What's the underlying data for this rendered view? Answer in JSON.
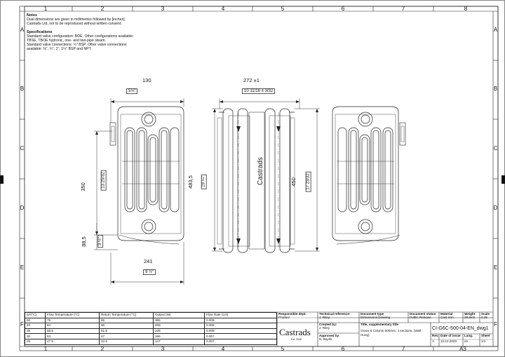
{
  "zones": {
    "cols": [
      "1",
      "2",
      "3",
      "4",
      "5",
      "6",
      "7",
      "8"
    ],
    "rows": [
      "A",
      "B",
      "C",
      "D",
      "E",
      "F"
    ]
  },
  "notes": {
    "title": "Notes",
    "lines": [
      "Dual dimensions are given in millimetres followed by [inches].",
      "Castrads Ltd, not to be reproduced without written consent."
    ],
    "spec_title": "Specifications",
    "spec_lines": [
      "Standard valve configuration: BOE. Other configurations available:",
      "TBSE, TBOE hydronic, one- and two-pipe steam.",
      "Standard valve connections: ½\" BSP. Other valve connections",
      "available: ⅜\", ¾\", 1\", 1¼\" BSP and NPT."
    ]
  },
  "dims": {
    "w130": "130",
    "w130_in": "5⅛\"",
    "w272": "272  ±1",
    "w272_in": "10 11/16  ± 3/32",
    "h350": "350",
    "h350_in": "13 25/32",
    "h885": "88,5",
    "h885_in": "3 ½\"",
    "h4835": "483,5",
    "h4835_in": "19 ¼\"",
    "h450": "450",
    "h450_in": "17 23/32",
    "w241": "241",
    "w241_in": "9 ½\""
  },
  "perf_table": {
    "headers": [
      "ΔT(°C)",
      "Flow Temperature (°C)",
      "Return Temperature (°C)",
      "Output (W)",
      "Flow Rate (L/s)"
    ],
    "rows": [
      [
        "50",
        "75",
        "65",
        "365",
        "0.008"
      ],
      [
        "40",
        "64",
        "56",
        "268",
        "0.008"
      ],
      [
        "35",
        "58.5",
        "51.5",
        "226",
        "0.008"
      ],
      [
        "30",
        "53",
        "47",
        "186",
        "0.007"
      ],
      [
        "25",
        "47.5",
        "42.5",
        "147",
        "0.007"
      ]
    ]
  },
  "title_block": {
    "resp_dept_lbl": "Responsible dept.",
    "resp_dept": "Product",
    "tech_ref_lbl": "Technical reference:",
    "tech_ref": "J. Riley",
    "doc_type_lbl": "Document type",
    "doc_type": "Dimensions Drawing",
    "doc_status_lbl": "Document status",
    "doc_status": "Public Release",
    "material_lbl": "Material",
    "material": "Cast Iron",
    "weight_lbl": "Weight",
    "weight": "28.6KG",
    "scale_lbl": "Scale",
    "scale": "0.25",
    "logo": "Castrads",
    "logo_sub": "Est. 2008",
    "created_lbl": "Created by:",
    "created": "J. Riley",
    "approved_lbl": "Approved by:",
    "approved": "N. Baylis",
    "title_lbl": "Title, supplementary title",
    "title": "Grace 6 Column 500mm, 4 sections, (Wall Hung)",
    "dwg_no": "CI-G6C-500-04-EN_dwg1",
    "rev_lbl": "Rev.",
    "rev": "A",
    "date_lbl": "Date of issue",
    "date": "13.12.2023",
    "lang_lbl": "Lang.",
    "lang": "en",
    "sheet_lbl": "Sheet",
    "sheet": "1/1",
    "paper": "A3"
  }
}
